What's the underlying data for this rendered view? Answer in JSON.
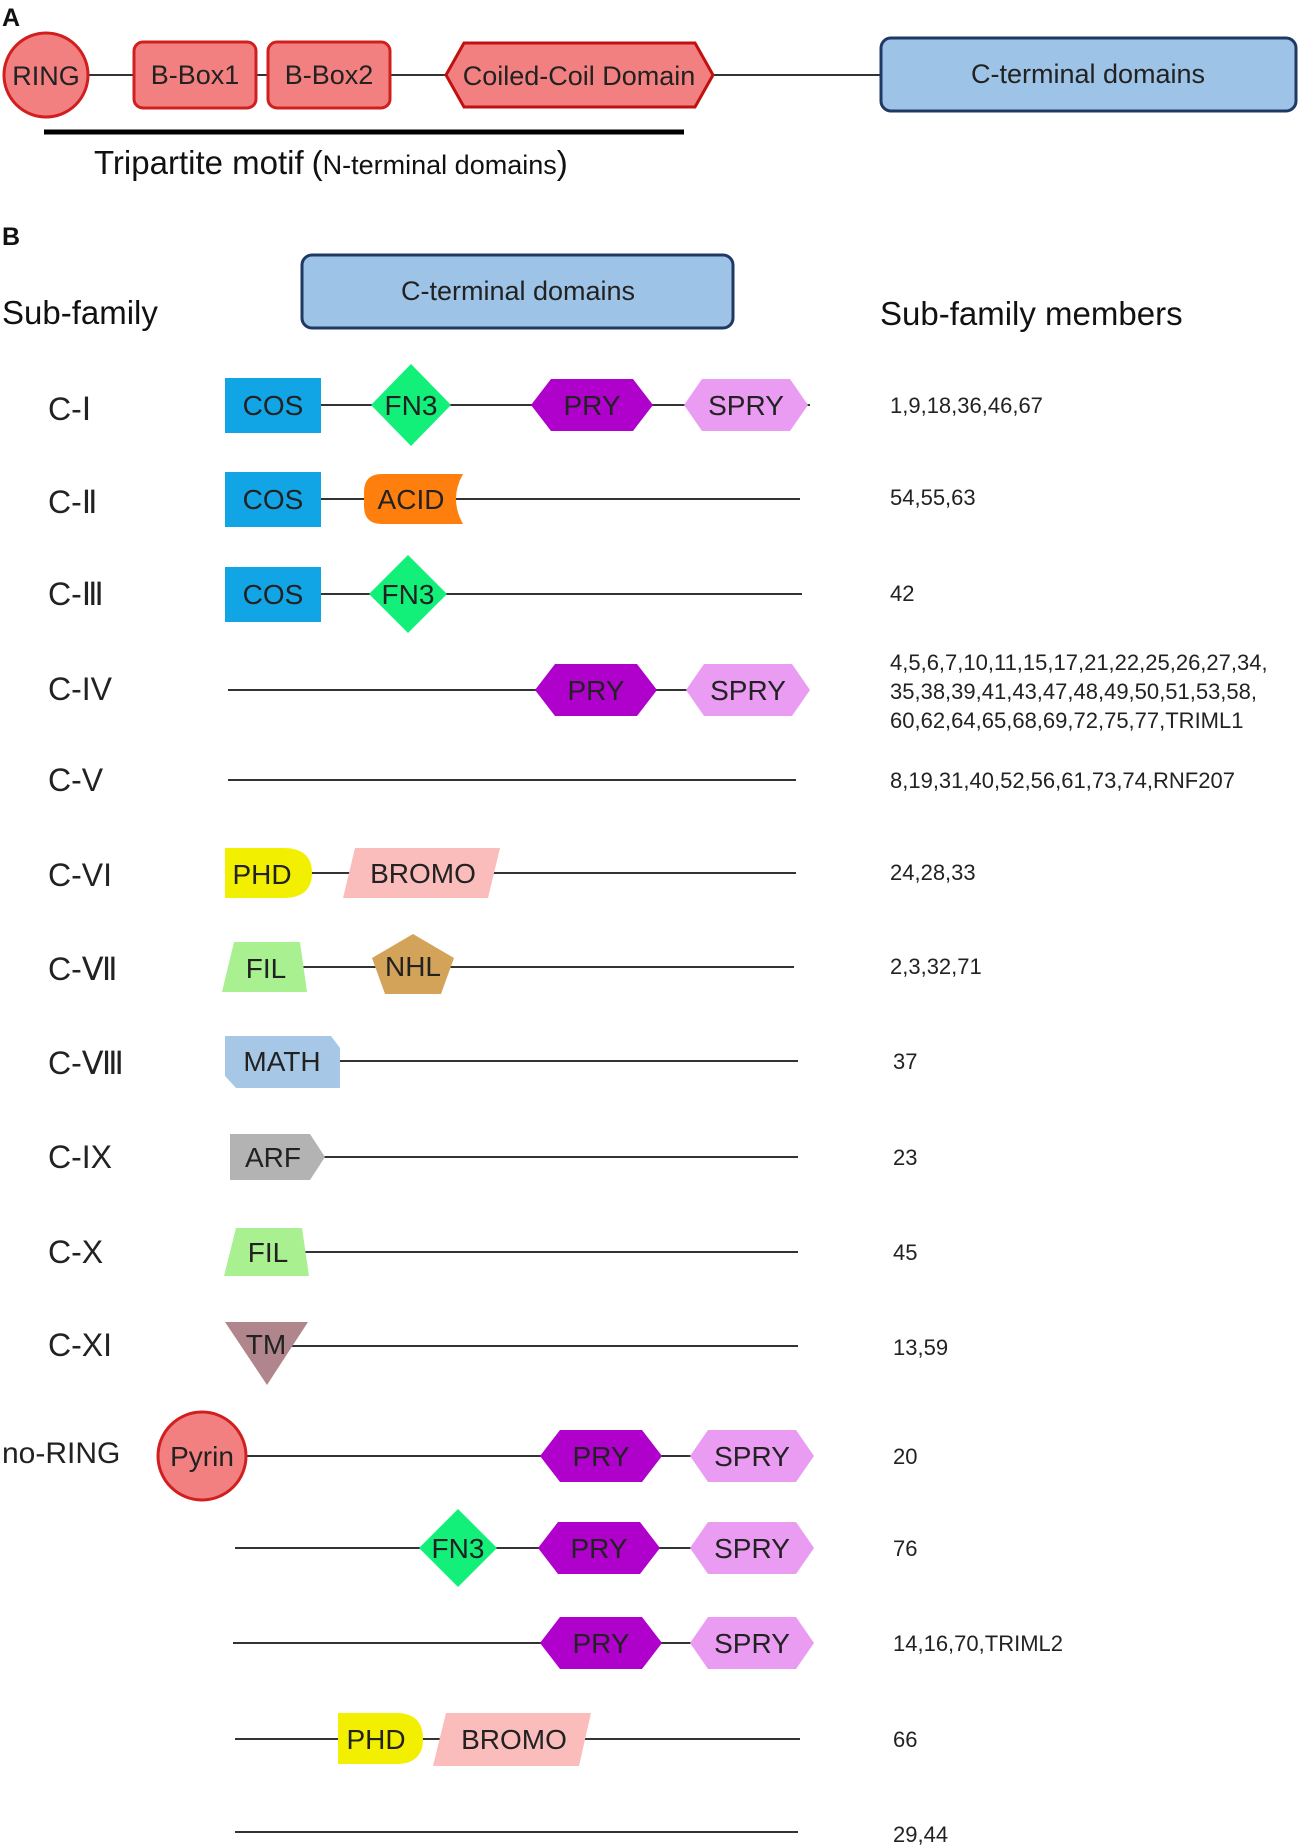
{
  "panel_a": {
    "label": "A",
    "domains": {
      "ring": "RING",
      "bbox1": "B-Box1",
      "bbox2": "B-Box2",
      "coiled_coil": "Coiled-Coil Domain",
      "c_terminal": "C-terminal domains"
    },
    "tripartite_main": "Tripartite motif",
    "tripartite_paren_open": "(",
    "tripartite_sub": "N-terminal domains",
    "tripartite_paren_close": ")"
  },
  "panel_b": {
    "label": "B",
    "header_subfamily": "Sub-family",
    "header_cterm": "C-terminal domains",
    "header_members": "Sub-family members",
    "rows": [
      {
        "name": "C-Ⅰ",
        "domains": [
          "COS",
          "FN3",
          "PRY",
          "SPRY"
        ],
        "members": [
          "1,9,18,36,46,67"
        ]
      },
      {
        "name": "C-Ⅱ",
        "domains": [
          "COS",
          "ACID"
        ],
        "members": [
          "54,55,63"
        ]
      },
      {
        "name": "C-Ⅲ",
        "domains": [
          "COS",
          "FN3"
        ],
        "members": [
          "42"
        ]
      },
      {
        "name": "C-IV",
        "domains": [
          "PRY",
          "SPRY"
        ],
        "members": [
          "4,5,6,7,10,11,15,17,21,22,25,26,27,34,",
          "35,38,39,41,43,47,48,49,50,51,53,58,",
          "60,62,64,65,68,69,72,75,77,TRIML1"
        ]
      },
      {
        "name": "C-V",
        "domains": [],
        "members": [
          "8,19,31,40,52,56,61,73,74,RNF207"
        ]
      },
      {
        "name": "C-VI",
        "domains": [
          "PHD",
          "BROMO"
        ],
        "members": [
          "24,28,33"
        ]
      },
      {
        "name": "C-Ⅶ",
        "domains": [
          "FIL",
          "NHL"
        ],
        "members": [
          "2,3,32,71"
        ]
      },
      {
        "name": "C-Ⅷ",
        "domains": [
          "MATH"
        ],
        "members": [
          "37"
        ]
      },
      {
        "name": "C-IX",
        "domains": [
          "ARF"
        ],
        "members": [
          "23"
        ]
      },
      {
        "name": "C-X",
        "domains": [
          "FIL"
        ],
        "members": [
          "45"
        ]
      },
      {
        "name": "C-XI",
        "domains": [
          "TM"
        ],
        "members": [
          "13,59"
        ]
      },
      {
        "name": "no-RING",
        "domains": [
          "Pyrin",
          "PRY",
          "SPRY"
        ],
        "members": [
          "20"
        ]
      },
      {
        "name": "",
        "domains": [
          "FN3",
          "PRY",
          "SPRY"
        ],
        "members": [
          "76"
        ]
      },
      {
        "name": "",
        "domains": [
          "PRY",
          "SPRY"
        ],
        "members": [
          "14,16,70,TRIML2"
        ]
      },
      {
        "name": "",
        "domains": [
          "PHD",
          "BROMO"
        ],
        "members": [
          "66"
        ]
      },
      {
        "name": "",
        "domains": [],
        "members": [
          "29,44"
        ]
      }
    ]
  },
  "colors": {
    "ring": "#f28080",
    "ring_stroke": "#d11f1f",
    "cterm": "#9dc3e6",
    "cterm_stroke": "#1f3864",
    "cos": "#12a5e6",
    "fn3": "#12f07a",
    "pry": "#b000cc",
    "spry": "#ea9bf2",
    "acid": "#ff7f0e",
    "phd": "#f2ef00",
    "bromo": "#fbbcbc",
    "fil": "#a8f090",
    "nhl": "#d4a35a",
    "math": "#a6c8e6",
    "arf": "#b3b3b3",
    "tm": "#b0868c"
  }
}
